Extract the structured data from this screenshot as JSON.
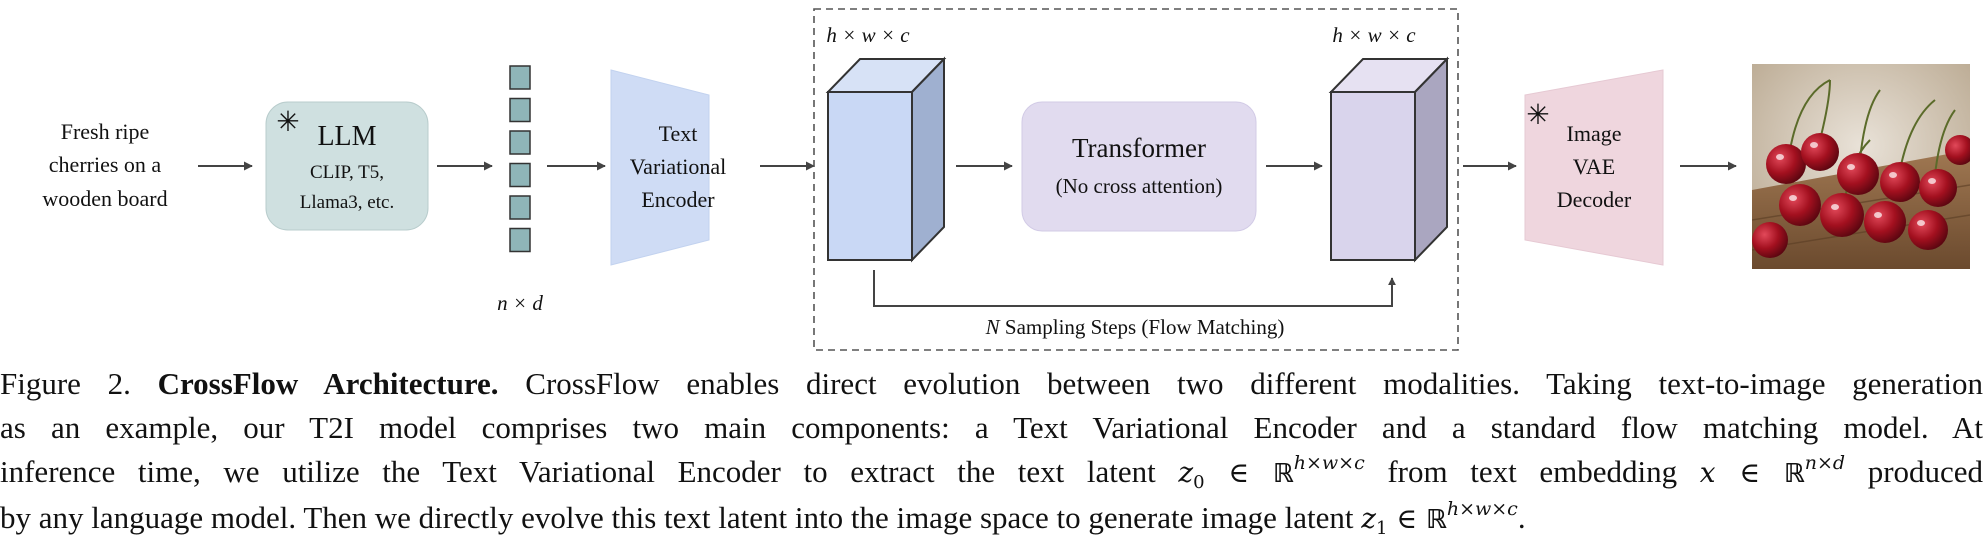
{
  "diagram": {
    "input_text": [
      "Fresh ripe",
      "cherries on a",
      "wooden board"
    ],
    "llm": {
      "title": "LLM",
      "sub": [
        "CLIP, T5,",
        "Llama3, etc."
      ],
      "frozen_symbol": "✳"
    },
    "embedding_dims": "n × d",
    "text_encoder": [
      "Text",
      "Variational",
      "Encoder"
    ],
    "latent_dims_left": "h × w × c",
    "latent_dims_right": "h × w × c",
    "transformer": {
      "title": "Transformer",
      "sub": "(No cross attention)"
    },
    "sampling_loop_label": "N Sampling Steps (Flow Matching)",
    "decoder": {
      "lines": [
        "Image",
        "VAE",
        "Decoder"
      ],
      "frozen_symbol": "✳"
    },
    "output_image": "cherries-photo"
  },
  "caption": {
    "fig_label": "Figure 2.",
    "bold_title": "CrossFlow Architecture.",
    "l1_rest": "CrossFlow enables direct evolution between two different modalities. Taking text-to-image generation",
    "l2": "as an example, our T2I model comprises two main components: a Text Variational Encoder and a standard flow matching model. At",
    "l3_a": "inference time, we utilize the Text Variational Encoder to extract the text latent",
    "l3_b": "from text embedding",
    "l3_c": "produced",
    "l4_a": "by any language model. Then we directly evolve this text latent into the image space to generate image latent",
    "l4_end": ".",
    "math": {
      "z0_base": "z",
      "z0_sub": "0",
      "z1_base": "z",
      "z1_sub": "1",
      "x": "x",
      "in": "∈",
      "R": "ℝ",
      "hwc": "h×w×c",
      "nd": "n×d"
    }
  }
}
